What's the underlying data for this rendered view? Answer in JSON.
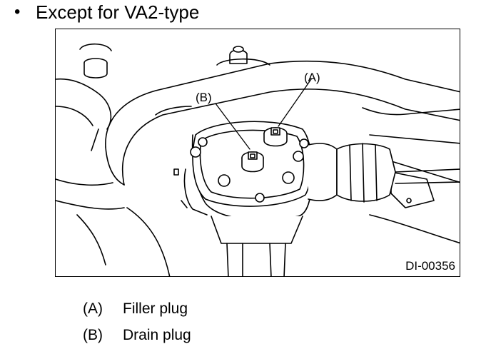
{
  "heading": {
    "bullet": "•",
    "text": "Except for VA2-type"
  },
  "figure": {
    "callout_a": "(A)",
    "callout_b": "(B)",
    "figure_id": "DI-00356"
  },
  "legend": [
    {
      "mark": "(A)",
      "text": "Filler plug"
    },
    {
      "mark": "(B)",
      "text": "Drain plug"
    }
  ]
}
